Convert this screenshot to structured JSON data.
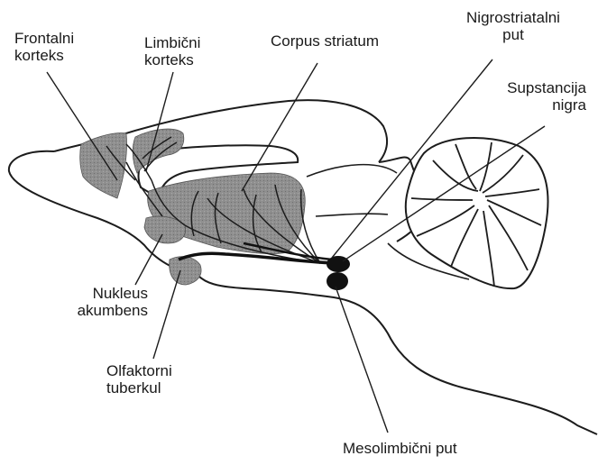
{
  "labels": {
    "frontal_cortex": [
      "Frontalni",
      "korteks"
    ],
    "limbic_cortex": [
      "Limbični",
      "korteks"
    ],
    "corpus_striatum": "Corpus striatum",
    "nigrostriatal_path": [
      "Nigrostriatalni",
      "put"
    ],
    "substantia_nigra": [
      "Supstancija",
      "nigra"
    ],
    "nucleus_accumbens": [
      "Nukleus",
      "akumbens"
    ],
    "olfactory_tubercle": [
      "Olfaktorni",
      "tuberkul"
    ],
    "mesolimbic_path": "Mesolimbični put"
  },
  "colors": {
    "outline": "#1c1c1c",
    "region_fill": "#8f8f8f",
    "nucleus_fill": "#111111",
    "background": "#ffffff"
  }
}
